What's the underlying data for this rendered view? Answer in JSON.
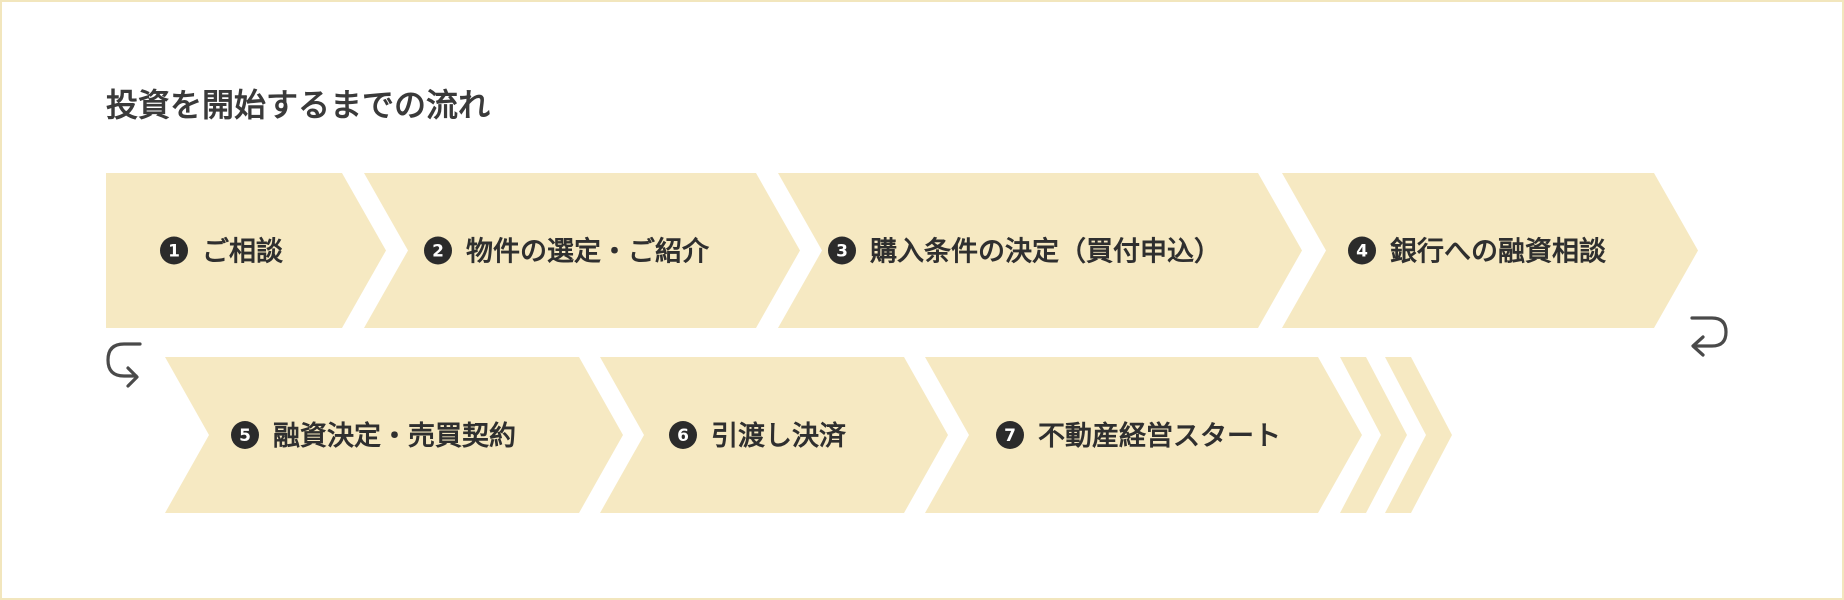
{
  "title": "投資を開始するまでの流れ",
  "steps": [
    {
      "number": "1",
      "label": "ご相談"
    },
    {
      "number": "2",
      "label": "物件の選定・ご紹介"
    },
    {
      "number": "3",
      "label": "購入条件の決定（買付申込）"
    },
    {
      "number": "4",
      "label": "銀行への融資相談"
    },
    {
      "number": "5",
      "label": "融資決定・売買契約"
    },
    {
      "number": "6",
      "label": "引渡し決済"
    },
    {
      "number": "7",
      "label": "不動産経営スタート"
    }
  ],
  "colors": {
    "step_fill": "#f6e9c2",
    "border": "#f2e6bd",
    "text": "#2f2f2f",
    "number_badge": "#2b2b2b"
  },
  "icons": {
    "row_end": "return-arrow-icon",
    "row_start": "return-arrow-icon"
  }
}
